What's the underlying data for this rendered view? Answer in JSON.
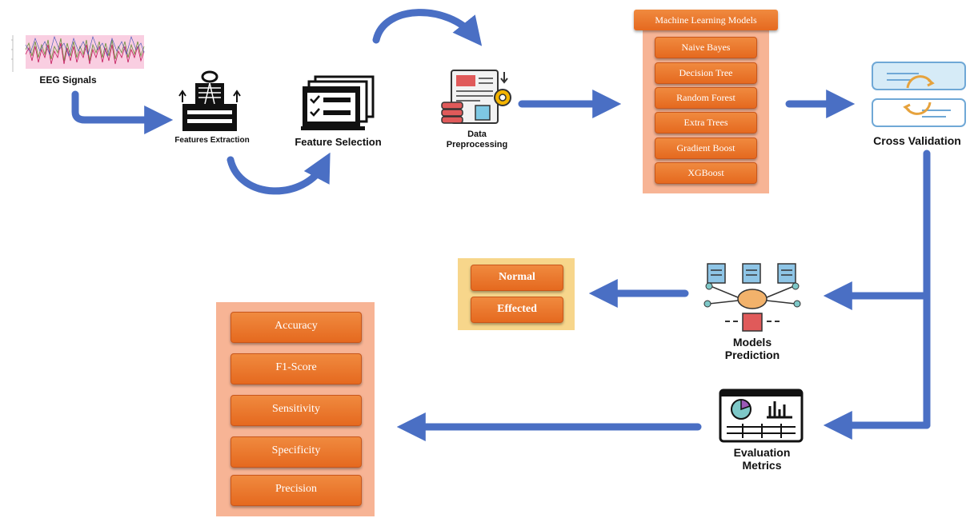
{
  "nodes": {
    "eeg_signals": "EEG Signals",
    "features_extraction": "Features Extraction",
    "feature_selection": "Feature Selection",
    "data_preprocessing_line1": "Data",
    "data_preprocessing_line2": "Preprocessing",
    "cross_validation": "Cross Validation",
    "models_prediction_line1": "Models",
    "models_prediction_line2": "Prediction",
    "evaluation_metrics_line1": "Evaluation",
    "evaluation_metrics_line2": "Metrics"
  },
  "ml_models": {
    "header": "Machine Learning Models",
    "items": [
      "Naive Bayes",
      "Decision Tree",
      "Random Forest",
      "Extra Trees",
      "Gradient Boost",
      "XGBoost"
    ]
  },
  "outcomes": [
    "Normal",
    "Effected"
  ],
  "metrics": [
    "Accuracy",
    "F1-Score",
    "Sensitivity",
    "Specificity",
    "Precision"
  ],
  "colors": {
    "arrow": "#4a6fc4",
    "panel": "#f7b495",
    "pill": "#e8732a",
    "outcome_panel": "#f7d68b"
  }
}
